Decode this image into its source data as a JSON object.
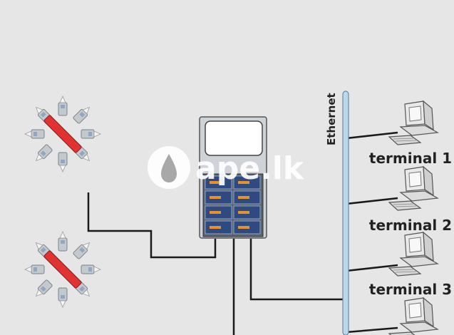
{
  "network": {
    "bus_label": "Ethernet",
    "terminals": [
      {
        "label": "terminal 1"
      },
      {
        "label": "terminal 2"
      },
      {
        "label": "terminal 3"
      },
      {
        "label": ""
      }
    ]
  },
  "watermark": {
    "text": "ape.lk"
  },
  "colors": {
    "background": "#e6e6e6",
    "bus": "#bcd6ea",
    "wire": "#1a1a1a",
    "rod": "#e23333",
    "cabinet": "#cfd3d8",
    "module": "#2f4a80"
  },
  "icons": [
    "star-sensor-icon",
    "controller-cabinet-icon",
    "computer-terminal-icon"
  ]
}
